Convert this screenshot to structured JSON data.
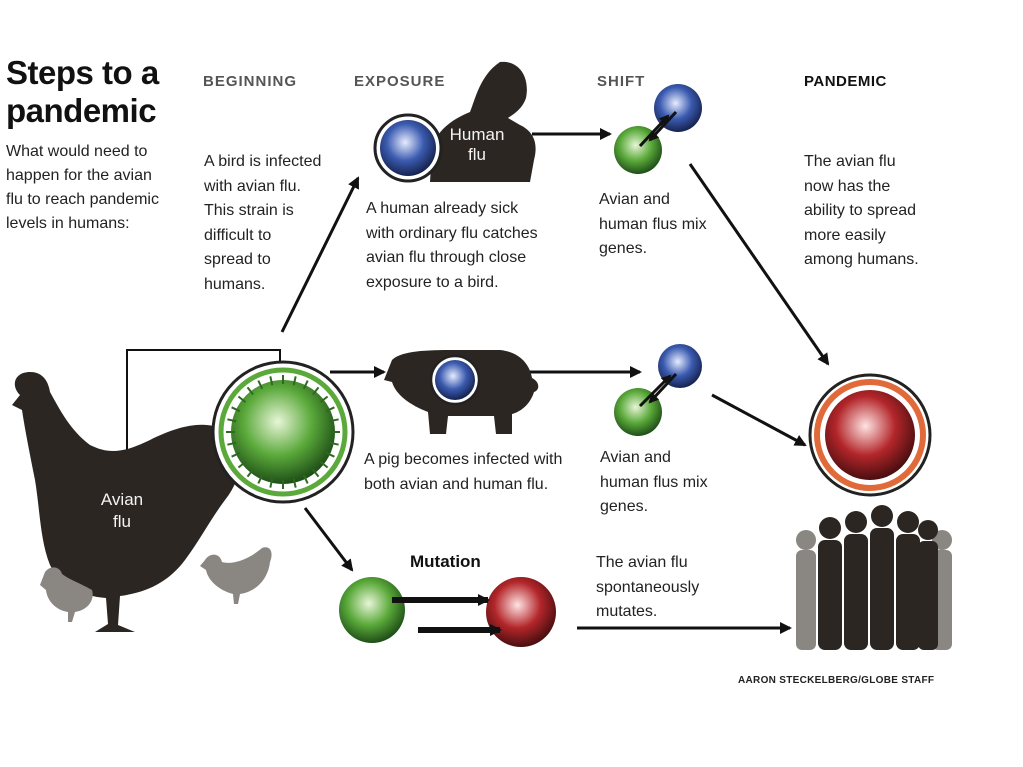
{
  "title": "Steps to a pandemic",
  "intro": "What would need to happen for the avian flu to reach pandemic levels in humans:",
  "stages": {
    "beginning": "BEGINNING",
    "exposure": "EXPOSURE",
    "shift": "SHIFT",
    "pandemic": "PANDEMIC"
  },
  "beginning_text": "A bird is infected with avian flu. This strain is difficult to spread to humans.",
  "exposure_text": "A human already sick with ordinary flu catches avian flu through close exposure to a bird.",
  "shift_text_1": "Avian and human flus mix genes.",
  "pandemic_text": "The avian flu now has the ability to spread more easily among humans.",
  "pig_text": "A pig becomes infected with both avian and human flu.",
  "shift_text_2": "Avian and human flus mix genes.",
  "mutation_label": "Mutation",
  "mutation_text": "The avian flu spontaneously mutates.",
  "human_flu_label": "Human flu",
  "avian_flu_label": "Avian flu",
  "credit": "AARON STECKELBERG/GLOBE STAFF",
  "colors": {
    "avian": "#5aa93a",
    "human": "#3b5bb0",
    "mutant": "#b3262a",
    "pandemic_ring": "#e06a3a",
    "silhouette": "#2b2622"
  },
  "icons": [
    "hen-icon",
    "chick-icon",
    "human-silhouette-icon",
    "pig-icon",
    "crowd-icon",
    "virus-icon",
    "arrow-icon"
  ]
}
